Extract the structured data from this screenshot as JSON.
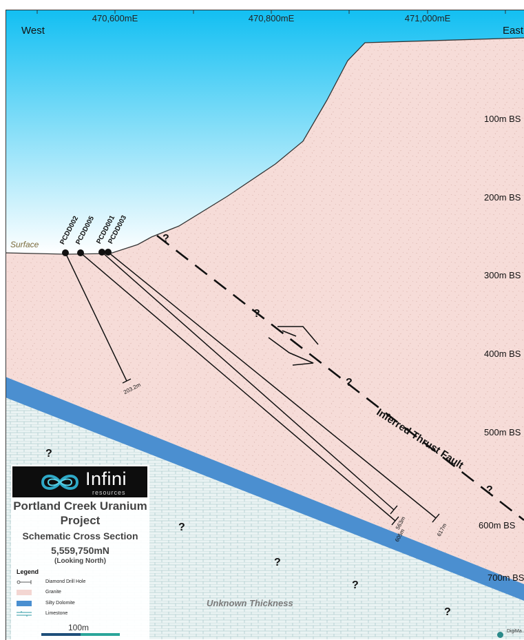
{
  "eastings": [
    "470,600mE",
    "470,800mE",
    "471,000mE"
  ],
  "directions": {
    "west": "West",
    "east": "East"
  },
  "depths": [
    "100m BS",
    "200m BS",
    "300m BS",
    "400m BS",
    "500m BS",
    "600m BS",
    "700m BS"
  ],
  "surface_label": "Surface",
  "drill_holes": [
    {
      "name": "PCDD002",
      "depth_label": "203.2m"
    },
    {
      "name": "PCDD005",
      "depth_label": "605m"
    },
    {
      "name": "PCDD001",
      "depth_label": "563m"
    },
    {
      "name": "PCDD003",
      "depth_label": "617m"
    }
  ],
  "fault_label": "Inferred Thrust Fault",
  "fault_marker": "?",
  "unknown_label": "Unknown Thickness",
  "unknown_marker": "?",
  "credit": "DigiMa...",
  "legend": {
    "logo_word": "Infini",
    "logo_sub": "resources",
    "title_line1": "Portland Creek Uranium",
    "title_line2": "Project",
    "subtitle": "Schematic Cross Section",
    "northing": "5,559,750mN",
    "looking": "(Looking North)",
    "heading": "Legend",
    "items": [
      {
        "label": "Diamond Drill Hole",
        "icon": "drill-hole-symbol"
      },
      {
        "label": "Granite",
        "icon": "granite-swatch",
        "color": "#f3d6d2"
      },
      {
        "label": "Silty Dolomite",
        "icon": "dolomite-swatch",
        "color": "#4a8fd0"
      },
      {
        "label": "Limestone",
        "icon": "limestone-symbol",
        "color": "#2f9aa4"
      }
    ],
    "scale_label": "100m"
  },
  "colors": {
    "sky_top": "#12bff2",
    "sky_bottom": "#ffffff",
    "granite": "#f6dcd8",
    "dolomite": "#4b8fd0",
    "limestone": "#e8f2f2",
    "scale_bar": "#2aa59a"
  }
}
